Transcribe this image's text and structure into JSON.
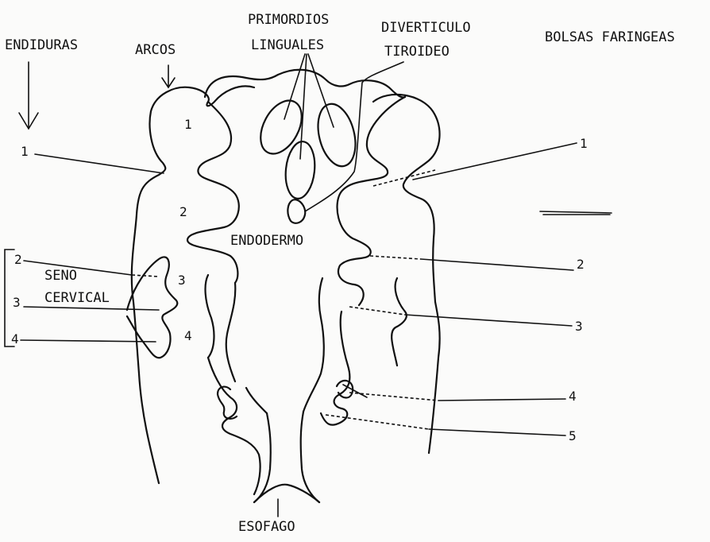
{
  "labels": {
    "hendiduras": "ENDIDURAS",
    "arcos": "ARCOS",
    "primordios_1": "PRIMORDIOS",
    "primordios_2": "LINGUALES",
    "diverticulo_1": "DIVERTICULO",
    "diverticulo_2": "TIROIDEO",
    "bolsas": "BOLSAS FARINGEAS",
    "endodermo": "ENDODERMO",
    "seno_1": "SENO",
    "seno_2": "CERVICAL",
    "esofago": "ESOFAGO"
  },
  "arch_numbers": [
    "1",
    "2",
    "3",
    "4"
  ],
  "cleft_numbers": [
    "1",
    "2",
    "3",
    "4"
  ],
  "pouch_numbers": [
    "1",
    "2",
    "3",
    "4",
    "5"
  ]
}
